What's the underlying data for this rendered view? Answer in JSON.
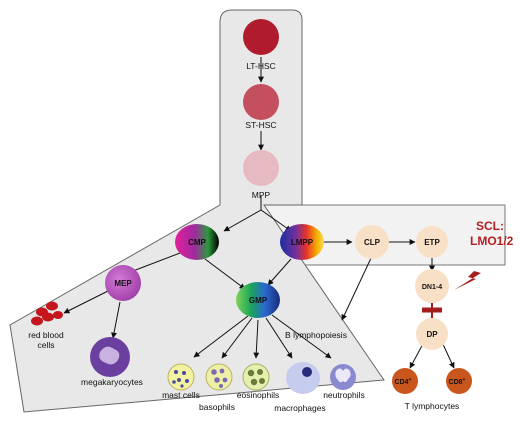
{
  "nodes": {
    "lt_hsc": "LT-HSC",
    "st_hsc": "ST-HSC",
    "mpp": "MPP",
    "cmp": "CMP",
    "lmpp": "LMPP",
    "clp": "CLP",
    "etp": "ETP",
    "dn": "DN1-4",
    "dp": "DP",
    "mep": "MEP",
    "gmp": "GMP",
    "cd4": "CD4",
    "cd8": "CD8",
    "cd_sup": "+"
  },
  "labels": {
    "b_lymph": "B lymphopoiesis",
    "rbc_line1": "red blood",
    "rbc_line2": "cells",
    "mega": "megakaryocytes",
    "mast": "mast cells",
    "baso": "basophils",
    "eosin": "eosinophils",
    "macro": "macrophages",
    "neutro": "neutrophils",
    "tlymph": "T lymphocytes",
    "scl_line1": "SCL:",
    "scl_line2": "LMO1/2"
  },
  "colors": {
    "lt": "#b01c2e",
    "st": "#c4505f",
    "mpp": "#e7b9c1",
    "pale": "#f8e0c6",
    "node_orange": "#c8561d",
    "scl": "#b22222",
    "inhibit": "#a51d1d"
  }
}
